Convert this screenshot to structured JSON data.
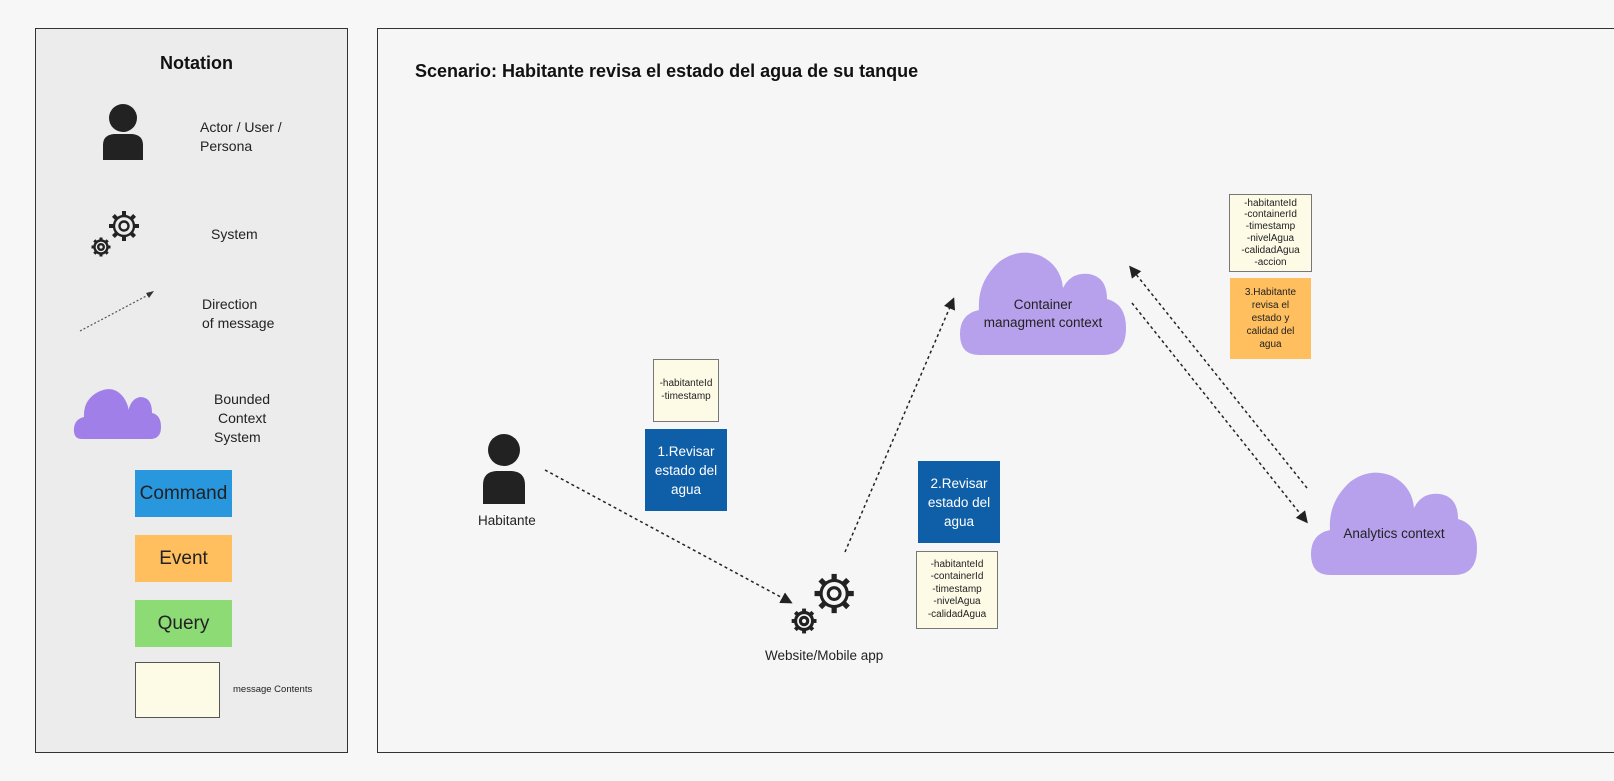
{
  "notation": {
    "title": "Notation",
    "actor_label": "Actor / User / Persona",
    "system_label": "System",
    "direction_label_1": "Direction",
    "direction_label_2": "of message",
    "bounded_label_1": "Bounded",
    "bounded_label_2": "Context",
    "bounded_label_3": "System",
    "command_label": "Command",
    "event_label": "Event",
    "query_label": "Query",
    "message_label": "message Contents",
    "colors": {
      "command": "#2897de",
      "event": "#ffbf5e",
      "query": "#8ddb74",
      "message": "#fdfbe6",
      "cloud_legend": "#a07fe8"
    }
  },
  "scenario": {
    "title": "Scenario: Habitante revisa el estado del agua de su tanque",
    "actor_label": "Habitante",
    "system_label": "Website/Mobile app",
    "container_context_line1": "Container",
    "container_context_line2": "managment context",
    "analytics_context": "Analytics context",
    "command1": [
      "1.Revisar",
      "estado del",
      "agua"
    ],
    "command2": [
      "2.Revisar",
      "estado del",
      "agua"
    ],
    "event3": [
      "3.Habitante",
      "revisa el",
      "estado y",
      "calidad del",
      "agua"
    ],
    "msg1": [
      "-habitanteId",
      "-timestamp"
    ],
    "msg2": [
      "-habitanteId",
      "-containerId",
      "-timestamp",
      "-nivelAgua",
      "-calidadAgua"
    ],
    "msg3": [
      "-habitanteId",
      "-containerId",
      "-timestamp",
      "-nivelAgua",
      "-calidadAgua",
      "-accion"
    ],
    "colors": {
      "command": "#0f5fa8",
      "event": "#ffbf5e",
      "cloud": "#b7a0ec"
    }
  }
}
